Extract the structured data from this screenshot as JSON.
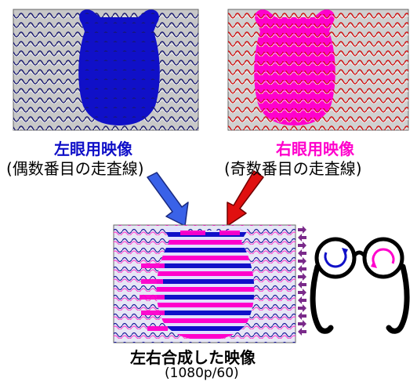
{
  "left_panel": {
    "title": "左眼用映像",
    "subtitle": "(偶数番目の走査線)",
    "color": "#1010c8"
  },
  "right_panel": {
    "title": "右眼用映像",
    "subtitle": "(奇数番目の走査線)",
    "color": "#ff00cc"
  },
  "combined_panel": {
    "title": "左右合成した映像",
    "subtitle": "(1080p/60)",
    "color": "#000000"
  },
  "icons": {
    "left_arrow": "blue-arrow-icon",
    "right_arrow": "red-arrow-icon",
    "glasses": "polarized-glasses-icon"
  },
  "colors": {
    "blue": "#1010c8",
    "magenta": "#ff00cc",
    "red_arrow": "#e01010",
    "blue_arrow": "#3a62e8"
  }
}
